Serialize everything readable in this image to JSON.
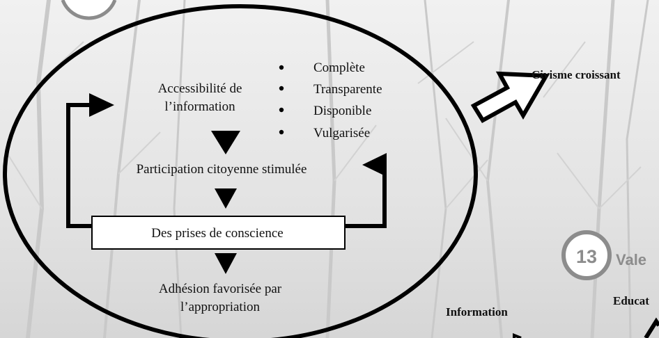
{
  "diagram": {
    "accessibility_line1": "Accessibilité de",
    "accessibility_line2": "l’information",
    "qualities": [
      "Complète",
      "Transparente",
      "Disponible",
      "Vulgarisée"
    ],
    "participation": "Participation citoyenne stimulée",
    "awareness": "Des prises de conscience",
    "adhesion_line1": "Adhésion favorisée par",
    "adhesion_line2": "l’appropriation",
    "outcome": "Civisme croissant"
  },
  "next_section": {
    "number": "13",
    "title_fragment": "Vale",
    "label_left": "Information",
    "label_right": "Educat"
  },
  "colors": {
    "background": "#e9e9e9",
    "ink": "#000000",
    "badge_ring": "#8c8c8c",
    "badge_text": "#8c8c8c"
  }
}
